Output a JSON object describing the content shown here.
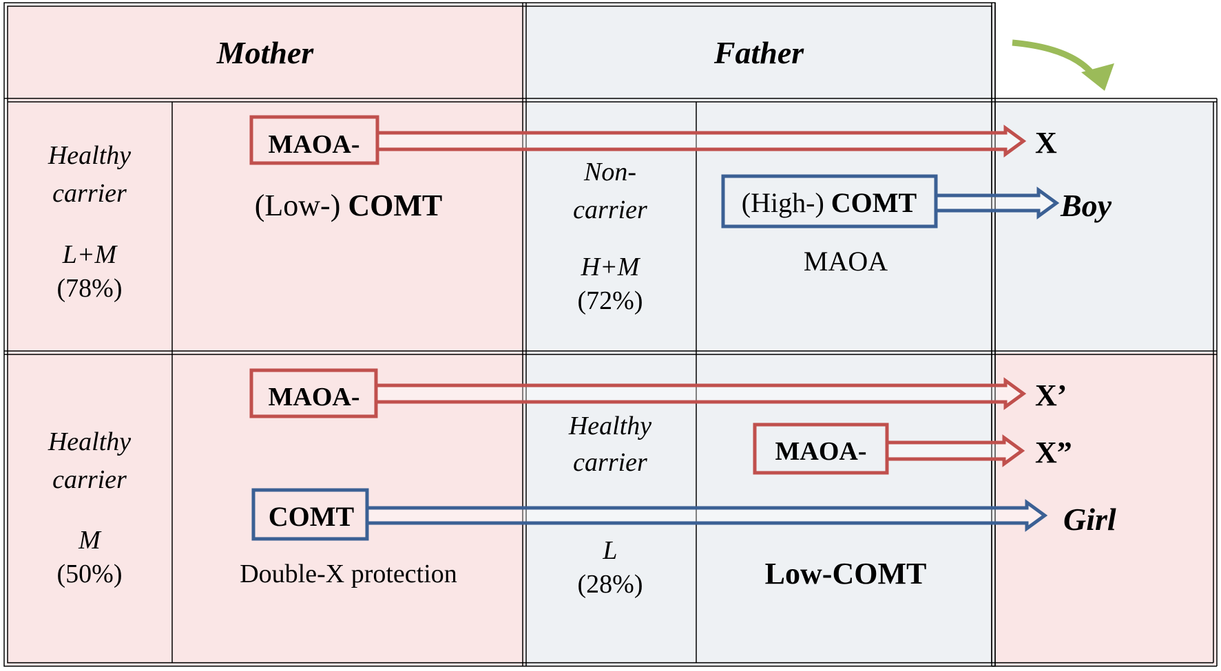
{
  "colors": {
    "mother_bg": "#fae6e6",
    "father_bg": "#eef1f4",
    "maoa_red": "#c0504d",
    "comt_blue": "#3b6094",
    "arrow_green": "#9bbb59",
    "border": "#000000"
  },
  "header": {
    "mother": "Mother",
    "father": "Father"
  },
  "row_top": {
    "mother_status": "Healthy carrier",
    "mother_status_l1": "Healthy",
    "mother_status_l2": "carrier",
    "mother_genotype": "L+M",
    "mother_percent": "(78%)",
    "mother_box_maoa": "MAOA-",
    "mother_comt_prefix": "(Low-)",
    "mother_comt_suffix": "COMT",
    "father_status_l1": "Non-",
    "father_status_l2": "carrier",
    "father_genotype": "H+M",
    "father_percent": "(72%)",
    "father_comt_prefix": "(High-)",
    "father_comt_suffix": "COMT",
    "father_maoa": "MAOA",
    "child_x": "X",
    "child_label": "Boy"
  },
  "row_bottom": {
    "mother_status_l1": "Healthy",
    "mother_status_l2": "carrier",
    "mother_genotype": "M",
    "mother_percent": "(50%)",
    "mother_box_maoa": "MAOA-",
    "mother_box_comt": "COMT",
    "mother_note": "Double-X protection",
    "father_status_l1": "Healthy",
    "father_status_l2": "carrier",
    "father_genotype": "L",
    "father_percent": "(28%)",
    "father_box_maoa": "MAOA-",
    "father_comt": "Low-COMT",
    "child_x1": "X’",
    "child_x2": "X”",
    "child_label": "Girl"
  }
}
